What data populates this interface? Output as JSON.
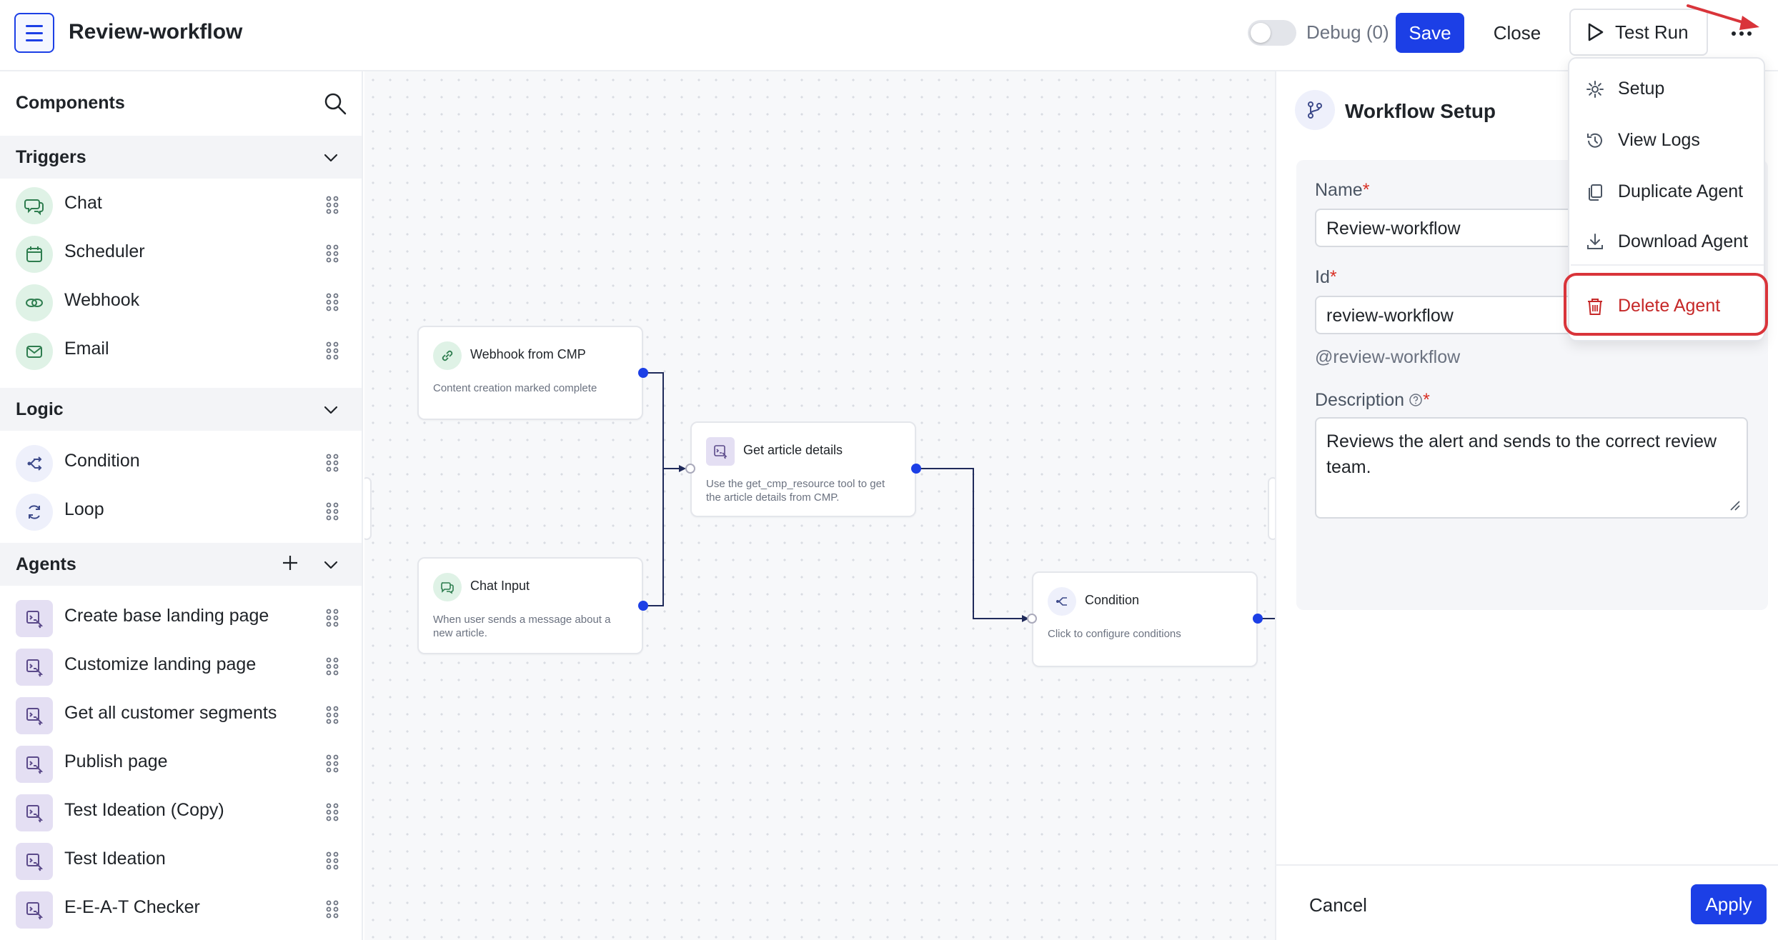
{
  "header": {
    "app_title": "Review-workflow",
    "debug_label": "Debug (0)",
    "save_label": "Save",
    "close_label": "Close",
    "test_run_label": "Test Run"
  },
  "sidebar": {
    "title": "Components",
    "sections": {
      "triggers": {
        "title": "Triggers",
        "items": [
          {
            "label": "Chat",
            "icon": "chat-icon"
          },
          {
            "label": "Scheduler",
            "icon": "calendar-icon"
          },
          {
            "label": "Webhook",
            "icon": "webhook-icon"
          },
          {
            "label": "Email",
            "icon": "email-icon"
          }
        ]
      },
      "logic": {
        "title": "Logic",
        "items": [
          {
            "label": "Condition",
            "icon": "condition-icon"
          },
          {
            "label": "Loop",
            "icon": "loop-icon"
          }
        ]
      },
      "agents": {
        "title": "Agents",
        "items": [
          {
            "label": "Create base landing page",
            "icon": "agent-icon"
          },
          {
            "label": "Customize landing page",
            "icon": "agent-icon"
          },
          {
            "label": "Get all customer segments",
            "icon": "agent-icon"
          },
          {
            "label": "Publish page",
            "icon": "agent-icon"
          },
          {
            "label": "Test Ideation (Copy)",
            "icon": "agent-icon"
          },
          {
            "label": "Test Ideation",
            "icon": "agent-icon"
          },
          {
            "label": "E-E-A-T Checker",
            "icon": "agent-icon"
          }
        ]
      }
    }
  },
  "canvas": {
    "nodes": {
      "webhook": {
        "title": "Webhook from CMP",
        "description": "Content creation marked complete"
      },
      "chat_input": {
        "title": "Chat Input",
        "description": "When user sends a message about a new article."
      },
      "get_article": {
        "title": "Get article details",
        "description": "Use the get_cmp_resource tool to get the article details from CMP."
      },
      "condition": {
        "title": "Condition",
        "description": "Click to configure conditions"
      }
    }
  },
  "panel": {
    "title": "Workflow Setup",
    "name_label": "Name",
    "name_value": "Review-workflow",
    "id_label": "Id",
    "id_value": "review-workflow",
    "id_hint": "@review-workflow",
    "description_label": "Description",
    "description_value": "Reviews the alert and sends to the correct review team.",
    "required_mark": "*",
    "cancel_label": "Cancel",
    "apply_label": "Apply"
  },
  "dropdown": {
    "items": [
      {
        "label": "Setup",
        "icon": "gear-icon"
      },
      {
        "label": "View Logs",
        "icon": "history-icon"
      },
      {
        "label": "Duplicate Agent",
        "icon": "copy-icon"
      },
      {
        "label": "Download Agent",
        "icon": "download-icon"
      }
    ],
    "delete_label": "Delete Agent"
  },
  "colors": {
    "accent": "#1c3fe6",
    "danger": "#c62828",
    "highlight": "#d9343a"
  }
}
